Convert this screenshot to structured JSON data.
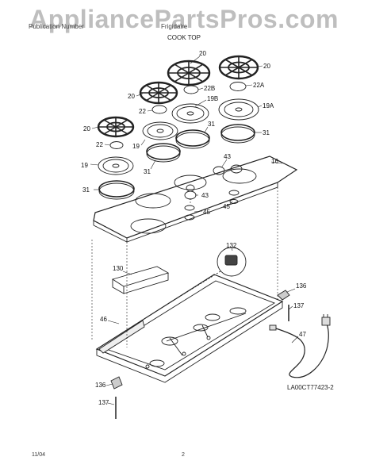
{
  "watermark": "AppliancePartsPros.com",
  "header": {
    "left": "Publication Number",
    "right": "Frigidaire"
  },
  "section_title": "COOK TOP",
  "drawing_code": "LA00CT77423-2",
  "footer": {
    "date": "11/04",
    "page": "2"
  },
  "callouts": {
    "c20a": "20",
    "c20b": "20",
    "c20c": "20",
    "c20d": "20",
    "c22b": "22B",
    "c22a": "22A",
    "c22": "22",
    "c22c": "22",
    "c19b": "19B",
    "c19a": "19A",
    "c19": "19",
    "c19c": "19",
    "c31a": "31",
    "c31b": "31",
    "c31c": "31",
    "c31d": "31",
    "c43a": "43",
    "c43b": "43",
    "c16": "16",
    "c45a": "45",
    "c45b": "45",
    "c132": "132",
    "c130": "130",
    "c136a": "136",
    "c136b": "136",
    "c137a": "137",
    "c137b": "137",
    "c46": "46",
    "c47": "47"
  }
}
